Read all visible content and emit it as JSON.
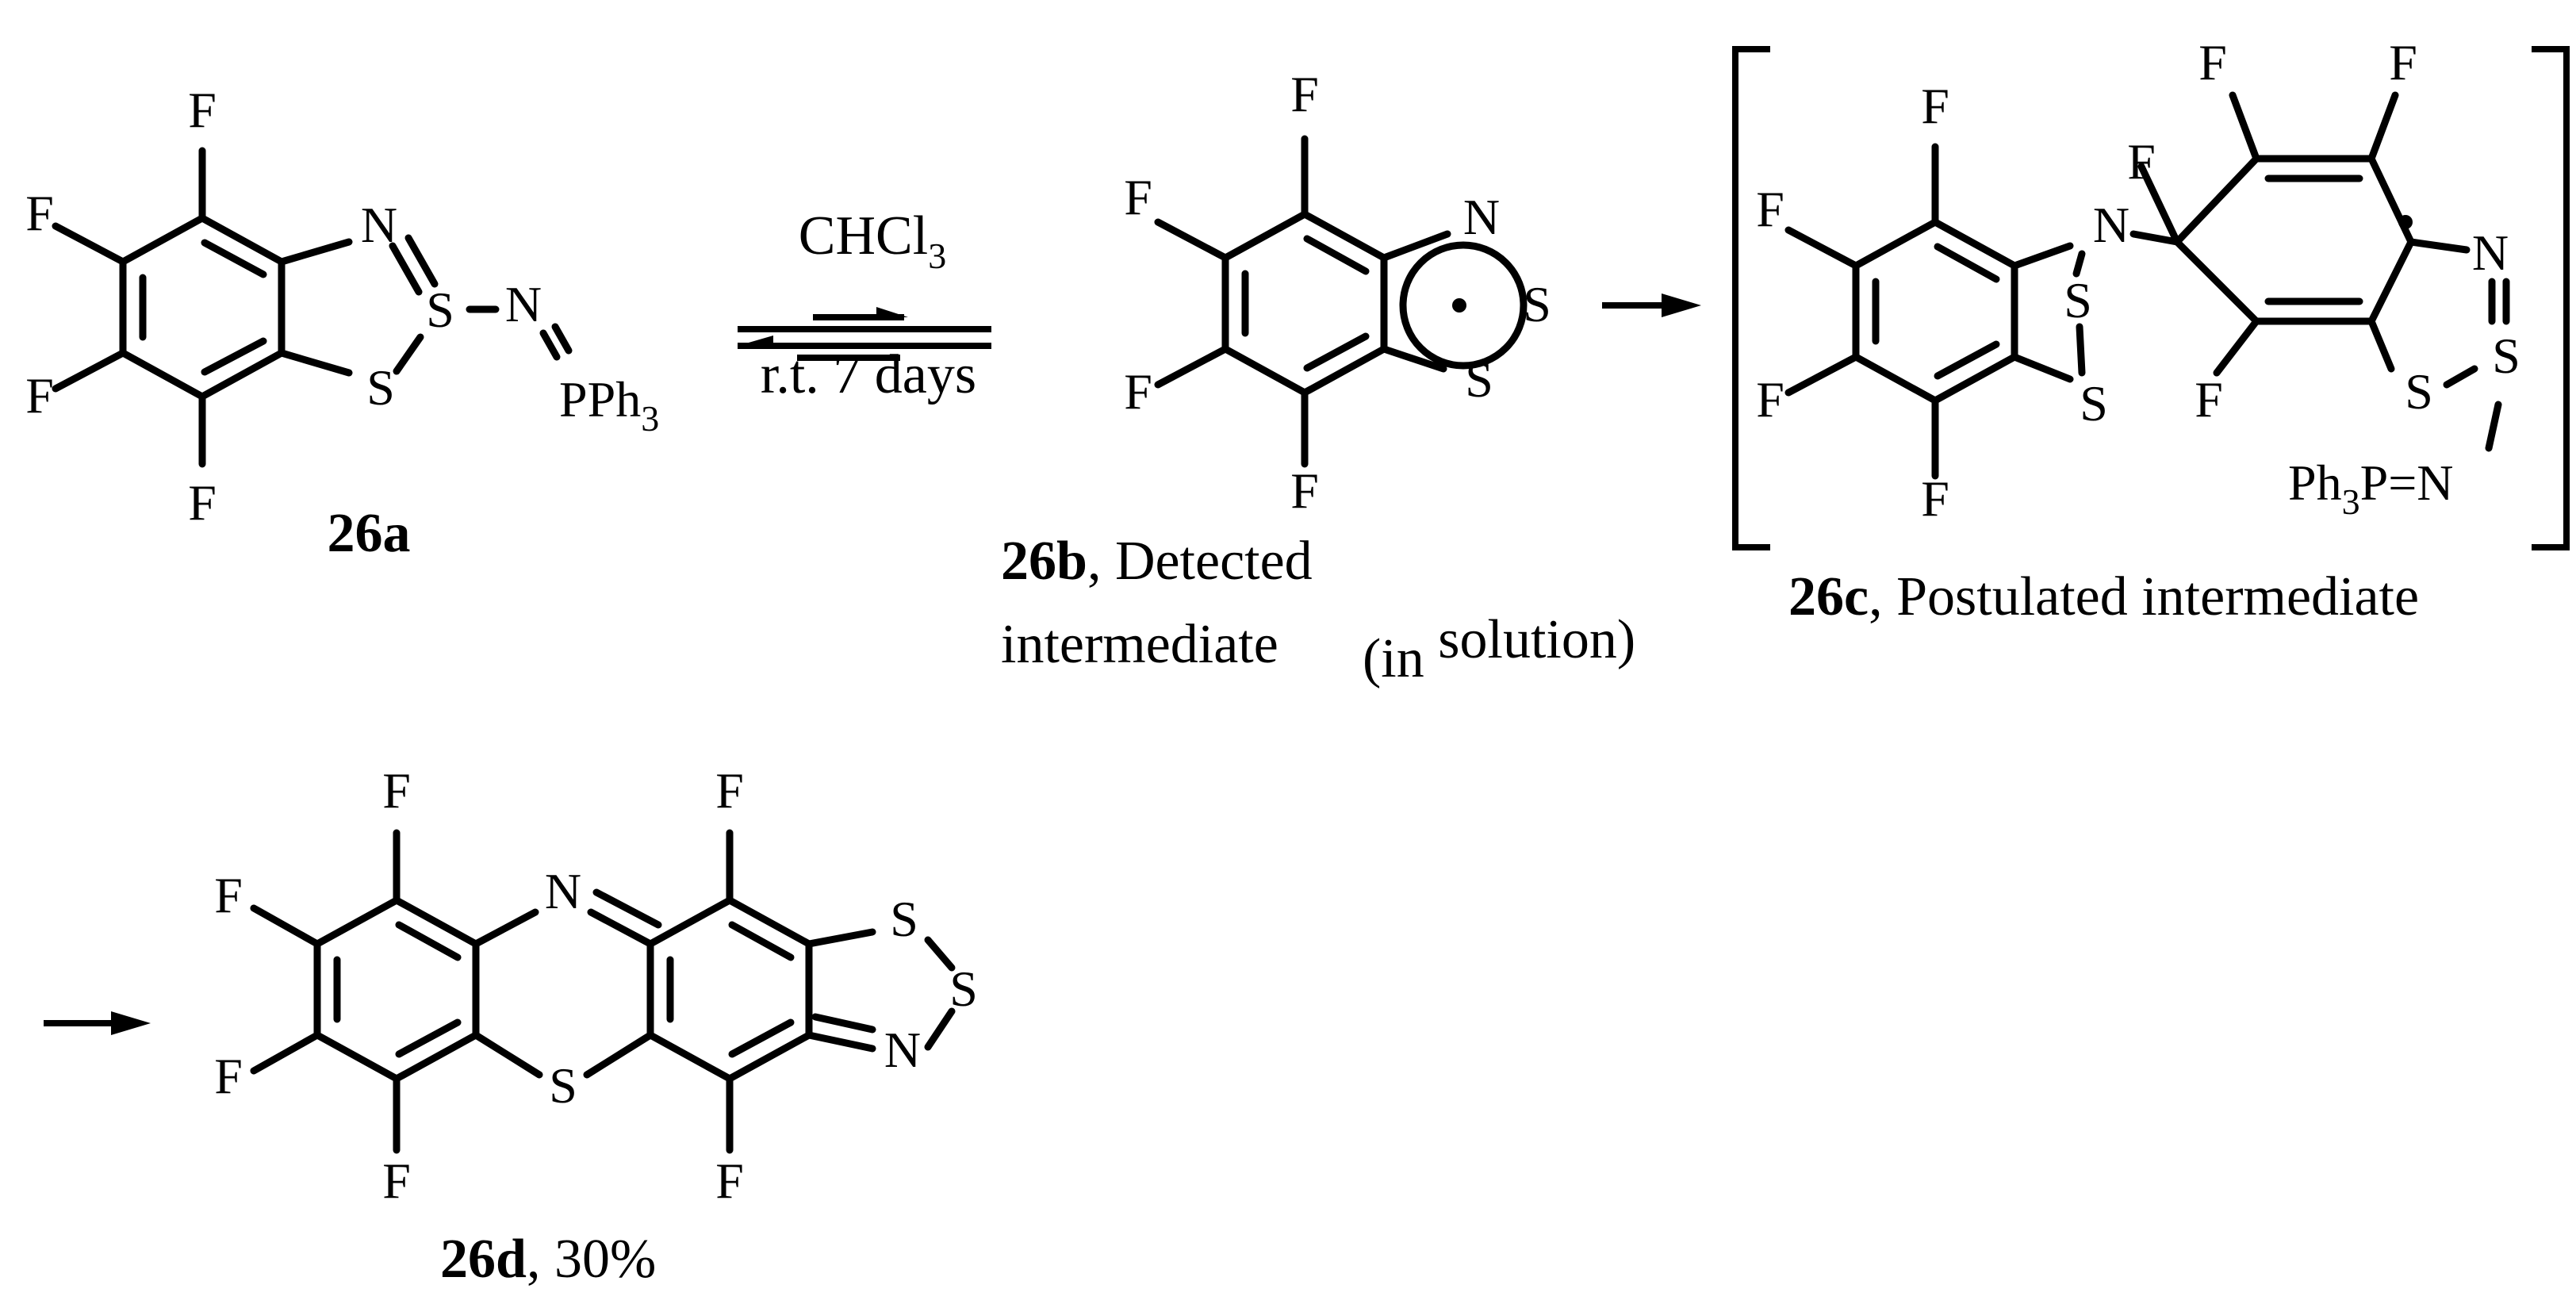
{
  "reaction": {
    "solvent": "CHCl",
    "solvent_subscript": "3",
    "conditions": "r.t. 7 days"
  },
  "atoms": {
    "fluorine": "F",
    "nitrogen": "N",
    "sulfur": "S",
    "pph3_main": "PPh",
    "pph3_subscript": "3",
    "ph3p_prefix": "Ph",
    "ph3p_subscript": "3",
    "ph3p_suffix": "P=N"
  },
  "compounds": {
    "c26a": {
      "id": "26a"
    },
    "c26b": {
      "id": "26b",
      "desc_line1": ", Detected",
      "desc_line2": "intermediate",
      "desc_line3a": "(in",
      "desc_line3b": " solution)"
    },
    "c26c": {
      "id": "26c",
      "desc": ", Postulated intermediate"
    },
    "c26d": {
      "id": "26d",
      "yield": ", 30%"
    }
  }
}
